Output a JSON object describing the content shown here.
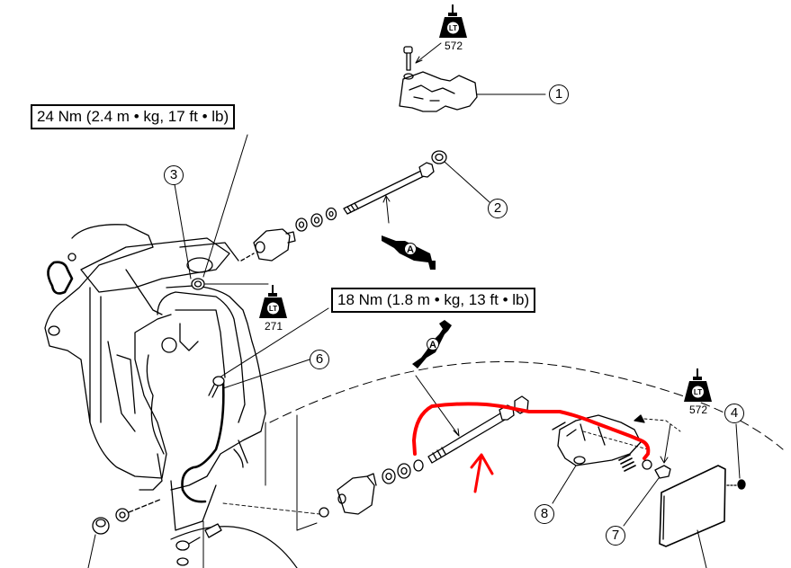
{
  "diagram": {
    "type": "exploded-parts-illustration",
    "torque_specs": [
      {
        "id": "torque-24",
        "text": "24 Nm (2.4 m • kg, 17 ft • lb)"
      },
      {
        "id": "torque-18",
        "text": "18 Nm (1.8 m • kg, 13 ft • lb)"
      }
    ],
    "callouts": [
      {
        "number": "1"
      },
      {
        "number": "2"
      },
      {
        "number": "3"
      },
      {
        "number": "4"
      },
      {
        "number": "6"
      },
      {
        "number": "7"
      },
      {
        "number": "8"
      }
    ],
    "thread_locker_badges": [
      {
        "label": "LT",
        "code": "572"
      },
      {
        "label": "LT",
        "code": "271"
      },
      {
        "label": "LT",
        "code": "572"
      }
    ],
    "grease_symbols": [
      {
        "label": "A"
      },
      {
        "label": "A"
      }
    ],
    "annotation": {
      "color": "#ff0000",
      "kind": "hand-drawn red path and arrow"
    },
    "colors": {
      "line": "#000000",
      "background": "#ffffff",
      "annotation": "#ff0000"
    }
  }
}
